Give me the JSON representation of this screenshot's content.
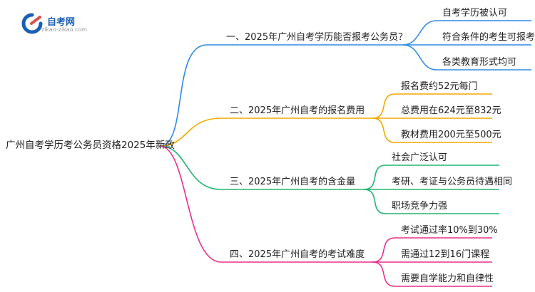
{
  "logo": {
    "name": "自考网",
    "url": "zikao-zikao.com"
  },
  "root": "广州自考学历考公务员资格2025年新政",
  "colors": {
    "branch1": "#2e8ae6",
    "branch2": "#f2a900",
    "branch3": "#22b573",
    "branch4": "#e8308a",
    "logo_blue": "#1a5fb4",
    "logo_red": "#d9534f"
  },
  "branches": [
    {
      "label": "一、2025年广州自考学历能否报考公务员？",
      "children": [
        "自考学历被认可",
        "符合条件的考生可报考",
        "各类教育形式均可"
      ]
    },
    {
      "label": "二、2025年广州自考的报名费用",
      "children": [
        "报名费约52元每门",
        "总费用在624元至832元",
        "教材费用200元至500元"
      ]
    },
    {
      "label": "三、2025年广州自考的含金量",
      "children": [
        "社会广泛认可",
        "考研、考证与公务员待遇相同",
        "职场竞争力强"
      ]
    },
    {
      "label": "四、2025年广州自考的考试难度",
      "children": [
        "考试通过率10%到30%",
        "需通过12到16门课程",
        "需要自学能力和自律性"
      ]
    }
  ]
}
